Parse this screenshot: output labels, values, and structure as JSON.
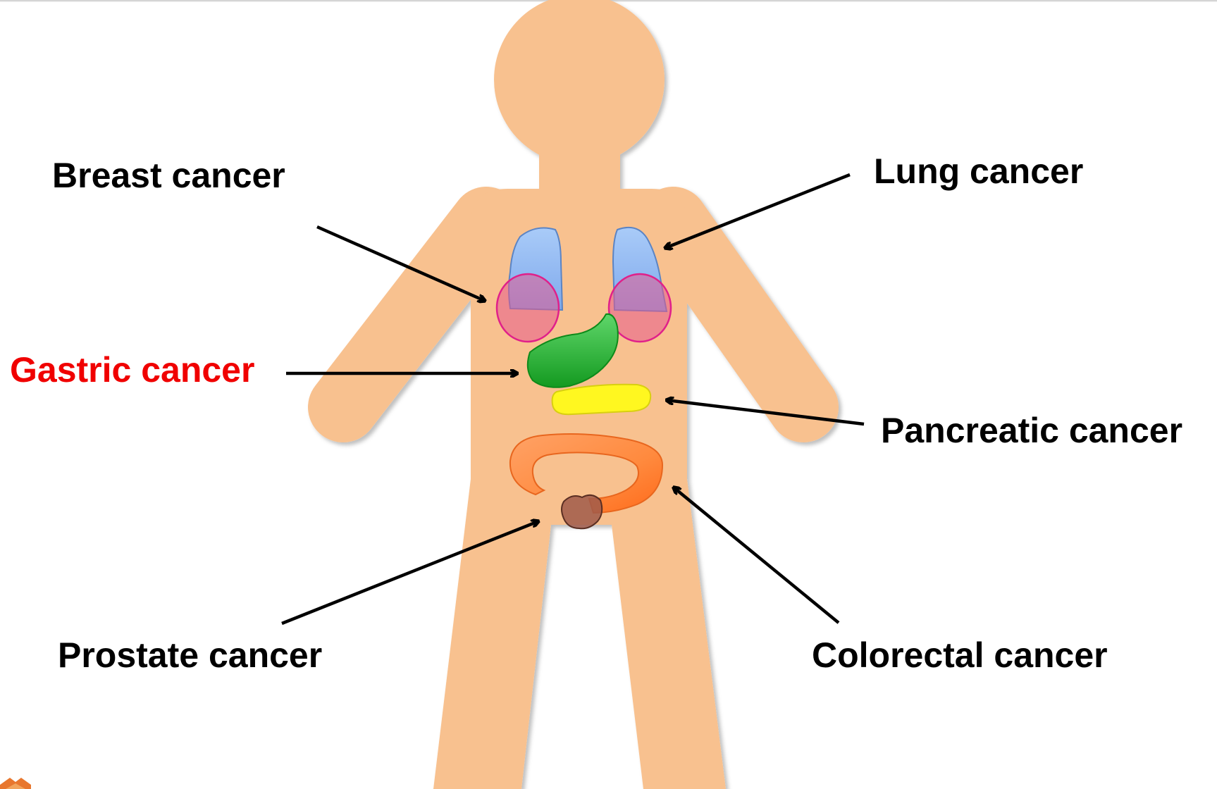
{
  "colors": {
    "body": "#F8C18F",
    "lung": "#8FB7F2",
    "lung_outline": "#5B84C4",
    "breast_fill": "#E55A8E",
    "breast_outline": "#E0208A",
    "stomach": "#1EA82B",
    "pancreas": "#FFF720",
    "colon": "#FF8A3E",
    "prostate": "#A05A4A",
    "arrow": "#000000",
    "highlight_label": "#F00000",
    "label": "#000000"
  },
  "labels": {
    "breast": "Breast cancer",
    "lung": "Lung cancer",
    "gastric": "Gastric cancer",
    "pancreatic": "Pancreatic cancer",
    "prostate": "Prostate cancer",
    "colorectal": "Colorectal cancer"
  },
  "highlighted": "gastric"
}
